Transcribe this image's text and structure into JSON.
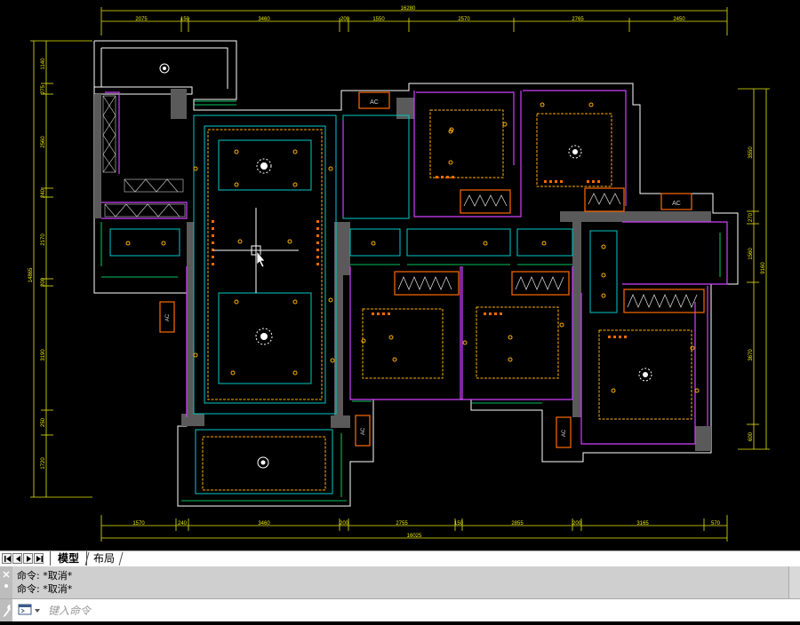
{
  "top_dims": {
    "overall": "16280",
    "segments": [
      "2075",
      "150",
      "3460",
      "200",
      "1550",
      "2570",
      "2765",
      "2450"
    ]
  },
  "bottom_dims": {
    "overall": "16025",
    "segments": [
      "1570",
      "240",
      "3460",
      "200",
      "2755",
      "150",
      "2855",
      "200",
      "3165",
      "570"
    ]
  },
  "left_dims": {
    "overall": "14865",
    "segments": [
      "1140",
      "275",
      "2560",
      "240",
      "2170",
      "200",
      "3190",
      "250",
      "1720"
    ]
  },
  "right_dims": {
    "overall": "9160",
    "segments": [
      "3550",
      "270",
      "1560",
      "3670",
      "600"
    ]
  },
  "labels": {
    "ac": "AC"
  },
  "tabs": {
    "model": "模型",
    "layout": "布局"
  },
  "command": {
    "history": [
      "命令: *取消*",
      "命令: *取消*"
    ],
    "placeholder": "键入命令"
  },
  "colors": {
    "wall": "#ffffff",
    "wall_inner": "#00c8c8",
    "ceiling": "#ffb000",
    "furniture": "#ff6a00",
    "partition": "#d040ff",
    "dim": "#e8e800",
    "glass": "#00ff80"
  }
}
